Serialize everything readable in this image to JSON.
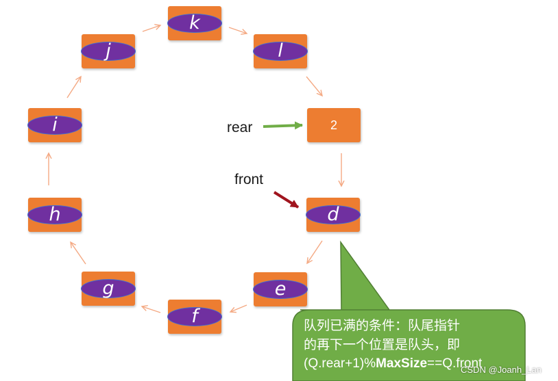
{
  "nodes": {
    "k": "k",
    "l": "l",
    "slot_2": "2",
    "d": "d",
    "e": "e",
    "f": "f",
    "g": "g",
    "h": "h",
    "i": "i",
    "j": "j"
  },
  "pointers": {
    "rear": "rear",
    "front": "front"
  },
  "callout": {
    "line1": "队列已满的条件：队尾指针",
    "line2": "的再下一个位置是队头，即",
    "line3_a": "(Q.rear+1)%",
    "line3_b": "MaxSize",
    "line3_c": "==Q.front"
  },
  "watermark": "CSDN @Joanh_Lan",
  "colors": {
    "node_fill": "#ed7d31",
    "ellipse_fill": "#7030a0",
    "ellipse_border": "#3f6fd0",
    "link_arrow": "#f4a983",
    "rear_arrow": "#70ad47",
    "front_arrow": "#a0141e",
    "callout_fill": "#70ad47"
  }
}
